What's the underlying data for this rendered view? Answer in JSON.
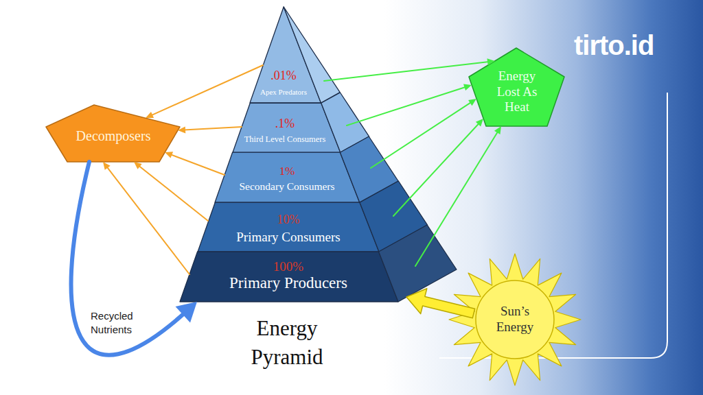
{
  "diagram": {
    "title": "Energy Pyramid",
    "nodes": [
      {
        "text": [
          "Decomposers"
        ]
      },
      {
        "text": [
          ".01%",
          "Apex Predators"
        ]
      },
      {
        "text": [
          ".1%",
          "Third Level Consumers"
        ]
      },
      {
        "text": [
          "1%",
          "Secondary Consumers"
        ]
      },
      {
        "text": [
          "10%",
          "Primary Consumers"
        ]
      },
      {
        "text": [
          "100%",
          "Primary Producers"
        ]
      },
      {
        "text": [
          "Energy Lost As Heat"
        ]
      },
      {
        "text": [
          "Sun’s Energy"
        ]
      }
    ],
    "edges": [
      {
        "from": 1,
        "to": 0,
        "arrow": "to"
      },
      {
        "from": 2,
        "to": 0,
        "arrow": "to"
      },
      {
        "from": 3,
        "to": 0,
        "arrow": "to"
      },
      {
        "from": 4,
        "to": 0,
        "arrow": "to"
      },
      {
        "from": 5,
        "to": 0,
        "arrow": "to"
      },
      {
        "from": 1,
        "to": 6,
        "arrow": "to"
      },
      {
        "from": 2,
        "to": 6,
        "arrow": "to"
      },
      {
        "from": 3,
        "to": 6,
        "arrow": "to"
      },
      {
        "from": 4,
        "to": 6,
        "arrow": "to"
      },
      {
        "from": 5,
        "to": 6,
        "arrow": "to"
      },
      {
        "from": 7,
        "to": 5,
        "arrow": "to"
      },
      {
        "from": 0,
        "to": 5,
        "label": "Recycled Nutrients",
        "arrow": "to"
      }
    ],
    "labels": [
      "tirto.id"
    ]
  }
}
